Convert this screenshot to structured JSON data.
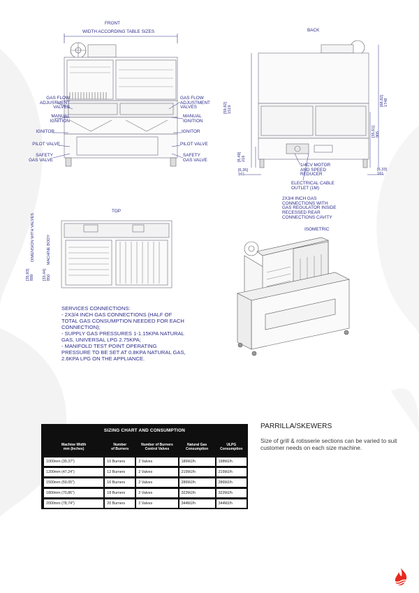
{
  "views": {
    "front": "FRONT",
    "back": "BACK",
    "top": "TOP",
    "isometric": "ISOMETRIC"
  },
  "front_labels": {
    "width": "WIDTH ACCORDING TABLE SIZES",
    "gas_flow_left": "GAS FLOW\nADJUSTMENT\nVALVES",
    "manual_ignition_left": "MANUAL\nIGNITION",
    "ignitor_left": "IGNITOR",
    "pilot_valve_left": "PILOT VALVE",
    "safety_gas_valve_left": "SAFETY\nGAS VALVE",
    "gas_flow_right": "GAS FLOW\nADJUSTMENT\nVALVES",
    "manual_ignition_right": "MANUAL\nIGNITION",
    "ignitor_right": "IGNITOR",
    "pilot_valve_right": "PILOT VALVE",
    "safety_gas_valve_right": "SAFETY\nGAS VALVE"
  },
  "back_labels": {
    "motor": "1/4CV MOTOR\nAND SPEED\nREDUCER",
    "electrical": "ELECTRICAL CABLE\nOUTLET (1M)",
    "gas_connections": "2x3/4 INCH GAS\nCONNECTIONS WITH\nGAS REGULATOR INSIDE\nRECESSED REAR\nCONNECTIONS CAVITY"
  },
  "dimensions": {
    "back_h1": "[59,82]\n1519",
    "back_h2": "[68,82]\n1748",
    "back_h3": "[35,61]\n905",
    "back_leg_left": "[8,49]\n216",
    "back_foot_left": "[6,35]\n161",
    "back_foot_right": "[6,33]\n161",
    "top_depth1": "[35,93]\n899",
    "top_depth2": "[33,44]\n850",
    "top_label1": "DIMENSION WITH VALVES",
    "top_label2": "MACHINE BODY"
  },
  "services": {
    "title": "SERVICES CONNECTIONS:",
    "lines": [
      "- 2x3/4 INCH GAS CONNECTIONS (HALF OF TOTAL GAS CONSUMPTION NEEDED FOR EACH CONNECTION);",
      "- SUPPLY GAS PRESSURES 1-1.15KPA NATURAL GAS, UNIVERSAL LPG 2.75KPA;",
      "- MANIFOLD TEST POINT OPERATING PRESSURE TO BE SET AT 0.8KPA NATURAL GAS, 2.6KPA LPG ON THE APPLIANCE."
    ]
  },
  "sizing": {
    "title": "SIZING CHART AND CONSUMPTION",
    "headers": [
      "Machine Width\nmm (Inches)",
      "Number\nof Burners",
      "Number of Burners\nControl Valves",
      "Natural Gas\nConsumption",
      "ULPG\nConsumption"
    ],
    "rows": [
      [
        "1000mm (39,37\")",
        "10 Burners",
        "2 Valves",
        "186MJ/h",
        "198MJ/h"
      ],
      [
        "1200mm (47,24\")",
        "12 Burners",
        "2 Valves",
        "215MJ/h",
        "215MJ/h"
      ],
      [
        "1500mm (59,05\")",
        "16 Burners",
        "2 Valves",
        "286MJ/h",
        "286MJ/h"
      ],
      [
        "1800mm (70,86\")",
        "18 Burners",
        "2 Valves",
        "322MJ/h",
        "322MJ/h"
      ],
      [
        "2000mm (78,74\")",
        "20 Burners",
        "2 Valves",
        "344MJ/h",
        "344MJ/h"
      ]
    ]
  },
  "product": {
    "title": "PARRILLA/SKEWERS",
    "description": "Size of grill & rotisserie sections can be varied to suit customer needs on each size machine."
  },
  "colors": {
    "label_blue": "#2c2c8c",
    "table_bg": "#0f0f10",
    "logo_red": "#e8281e",
    "watermark": "#f1f1f1"
  },
  "icons": {
    "logo": "flame-logo-icon"
  }
}
